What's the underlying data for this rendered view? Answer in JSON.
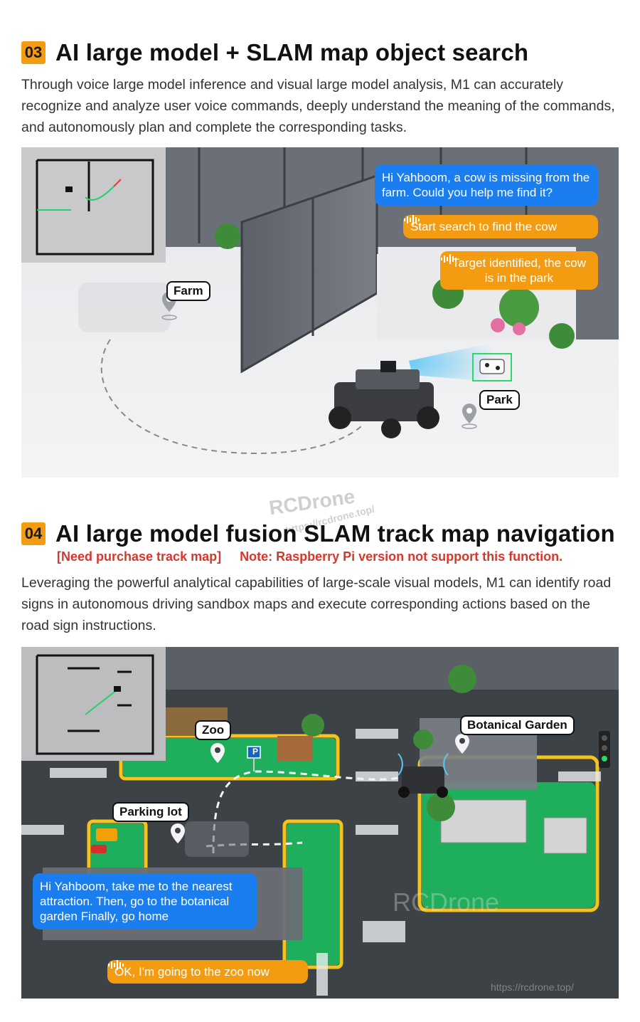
{
  "section3": {
    "number": "03",
    "title": "AI large model + SLAM map object search",
    "description": "Through voice large model inference and visual large model analysis, M1 can accurately recognize and analyze user voice commands, deeply understand the meaning of the commands, and autonomously plan and complete the corresponding tasks.",
    "user_message": "Hi Yahboom, a cow is missing from the farm. Could you help me find it?",
    "robot_reply_1": "Start search to find the cow",
    "robot_reply_2": "Target identified, the cow is in the park",
    "label_farm": "Farm",
    "label_park": "Park"
  },
  "section4": {
    "number": "04",
    "title": "AI large model fusion SLAM track map navigation",
    "note_purchase": "[Need purchase track map]",
    "note_raspberry": "Note: Raspberry Pi version not support this function.",
    "description": "Leveraging the powerful analytical capabilities of large-scale visual models, M1 can identify road signs in autonomous driving sandbox maps and execute corresponding actions based on the road sign instructions.",
    "user_message": "Hi Yahboom, take me to the nearest attraction. Then, go to the botanical garden Finally, go home",
    "robot_reply": "OK, I'm going to the zoo now",
    "label_zoo": "Zoo",
    "label_botanical": "Botanical Garden",
    "label_parking": "Parking lot",
    "parking_sign": "P"
  },
  "watermarks": {
    "brand": "RCDrone",
    "url": "https://rcdrone.top/"
  },
  "colors": {
    "accent_orange": "#f39c12",
    "bubble_blue": "#1a7ef0",
    "note_red": "#d9362b",
    "map_green": "#1fae5b",
    "road_yellow": "#f3c419"
  }
}
